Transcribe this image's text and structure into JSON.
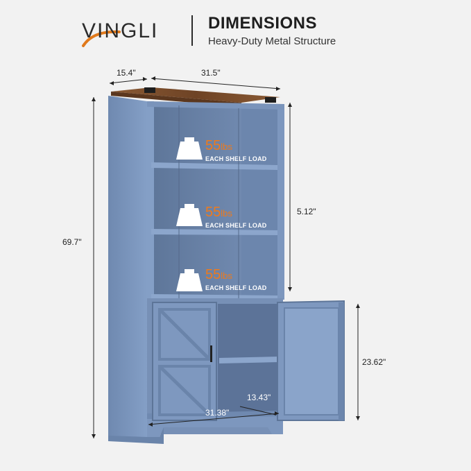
{
  "header": {
    "brand": "VINGLI",
    "title": "DIMENSIONS",
    "subtitle": "Heavy-Duty Metal Structure"
  },
  "dimensions": {
    "depth": "15.4\"",
    "width": "31.5\"",
    "height": "69.7\"",
    "shelf_gap": "5.12\"",
    "cabinet_height": "23.62\"",
    "cabinet_depth": "13.43\"",
    "cabinet_width": "31.38\""
  },
  "shelves": [
    {
      "value": "55",
      "unit": "lbs",
      "caption": "EACH SHELF LOAD"
    },
    {
      "value": "55",
      "unit": "lbs",
      "caption": "EACH SHELF LOAD"
    },
    {
      "value": "55",
      "unit": "lbs",
      "caption": "EACH SHELF LOAD"
    }
  ],
  "colors": {
    "cabinet_blue": "#7d97be",
    "cabinet_dark": "#5e769b",
    "wood_top": "#7a4e2d",
    "load_orange": "#f07a1a",
    "background": "#f2f2f2"
  },
  "icons": {
    "weight": "weight-icon",
    "brand_swoosh": "swoosh-icon"
  }
}
